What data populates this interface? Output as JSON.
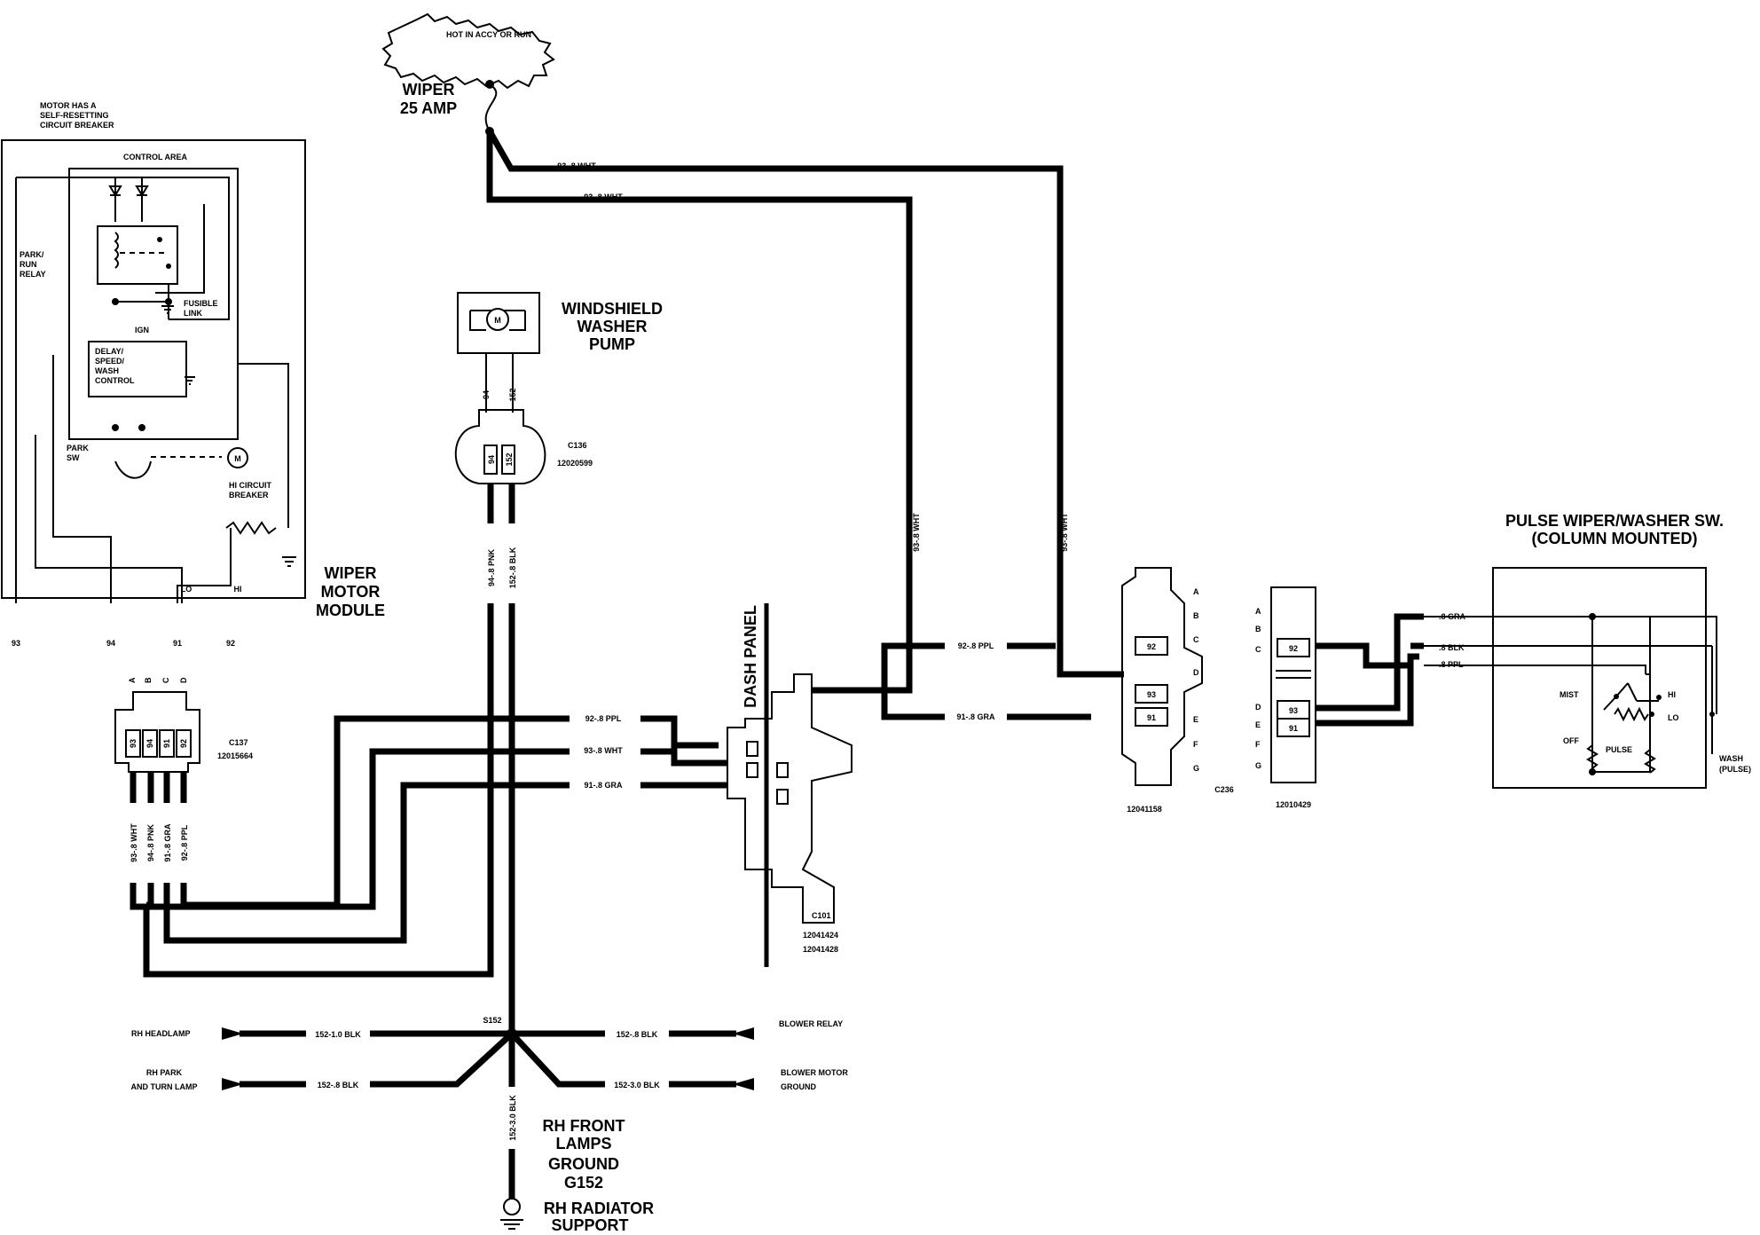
{
  "fuse": {
    "hot_label": "HOT IN ACCY OR RUN",
    "name": "WIPER",
    "rating": "25 AMP"
  },
  "wiper_module": {
    "note_lines": [
      "MOTOR HAS A",
      "SELF-RESETTING",
      "CIRCUIT BREAKER"
    ],
    "control_area": "CONTROL AREA",
    "park_run_relay": [
      "PARK/",
      "RUN",
      "RELAY"
    ],
    "fusible_link": [
      "FUSIBLE",
      "LINK"
    ],
    "ign": "IGN",
    "control_box": [
      "DELAY/",
      "SPEED/",
      "WASH",
      "CONTROL"
    ],
    "park_sw": [
      "PARK",
      "SW"
    ],
    "hi_breaker": [
      "HI CIRCUIT",
      "BREAKER"
    ],
    "motor_glyph": "M",
    "lo": "LO",
    "hi": "HI",
    "pins": [
      "93",
      "94",
      "91",
      "92"
    ],
    "title": [
      "WIPER",
      "MOTOR",
      "MODULE"
    ]
  },
  "washer_pump": {
    "title": [
      "WINDSHIELD",
      "WASHER",
      "PUMP"
    ],
    "motor_glyph": "M",
    "pins": [
      "94",
      "152"
    ],
    "connector": "C136",
    "part": "12020599"
  },
  "c137": {
    "letters": [
      "A",
      "B",
      "C",
      "D"
    ],
    "cavities": [
      "93",
      "94",
      "91",
      "92"
    ],
    "name": "C137",
    "part": "12015664",
    "wires": [
      "93-.8 WHT",
      "94-.8 PNK",
      "91-.8 GRA",
      "92-.8 PPL"
    ]
  },
  "wires": {
    "pump_pnk": "94-.8 PNK",
    "pump_blk": "152-.8 BLK",
    "fuse_wht_1": "93-.8 WHT",
    "fuse_wht_2": "93-.8 WHT",
    "ppl": "92-.8 PPL",
    "wht": "93-.8 WHT",
    "gra": "91-.8 GRA",
    "vert_wht_a": "93-.8 WHT",
    "vert_wht_b": "93-.8 WHT",
    "c236_ppl": "92-.8 PPL",
    "c236_gra": "91-.8 GRA",
    "gnd_blk": "152-.8 BLK"
  },
  "dash": {
    "label": "DASH PANEL",
    "connector": "C101",
    "parts": [
      "12041424",
      "12041428"
    ]
  },
  "c236": {
    "letters": [
      "A",
      "B",
      "C",
      "D",
      "E",
      "F",
      "G"
    ],
    "cavities": [
      "92",
      "93",
      "91"
    ],
    "part": "12041158",
    "name": "C236"
  },
  "switch_connector": {
    "letters": [
      "A",
      "B",
      "C",
      "D",
      "E",
      "F",
      "G"
    ],
    "cavities": [
      "92",
      "93",
      "91"
    ],
    "part": "12010429"
  },
  "pulse_switch": {
    "title": [
      "PULSE WIPER/WASHER SW.",
      "(COLUMN MOUNTED)"
    ],
    "wires": [
      ".8 GRA",
      ".8 BLK",
      ".8 PPL"
    ],
    "mist": "MIST",
    "hi": "HI",
    "lo": "LO",
    "off": "OFF",
    "pulse": "PULSE",
    "wash": [
      "WASH",
      "(PULSE)"
    ]
  },
  "ground": {
    "splice": "S152",
    "left_top_label": "RH HEADLAMP",
    "left_top_wire": "152-1.0 BLK",
    "left_bot_label": [
      "RH PARK",
      "AND TURN LAMP"
    ],
    "left_bot_wire": "152-.8 BLK",
    "right_top_wire": "152-.8 BLK",
    "right_top_label": "BLOWER RELAY",
    "right_bot_wire": "152-3.0 BLK",
    "right_bot_label": [
      "BLOWER MOTOR",
      "GROUND"
    ],
    "down_wire": "152-3.0 BLK",
    "title": [
      "RH FRONT",
      "LAMPS",
      "GROUND",
      "G152"
    ],
    "location": [
      "RH RADIATOR",
      "SUPPORT"
    ]
  }
}
